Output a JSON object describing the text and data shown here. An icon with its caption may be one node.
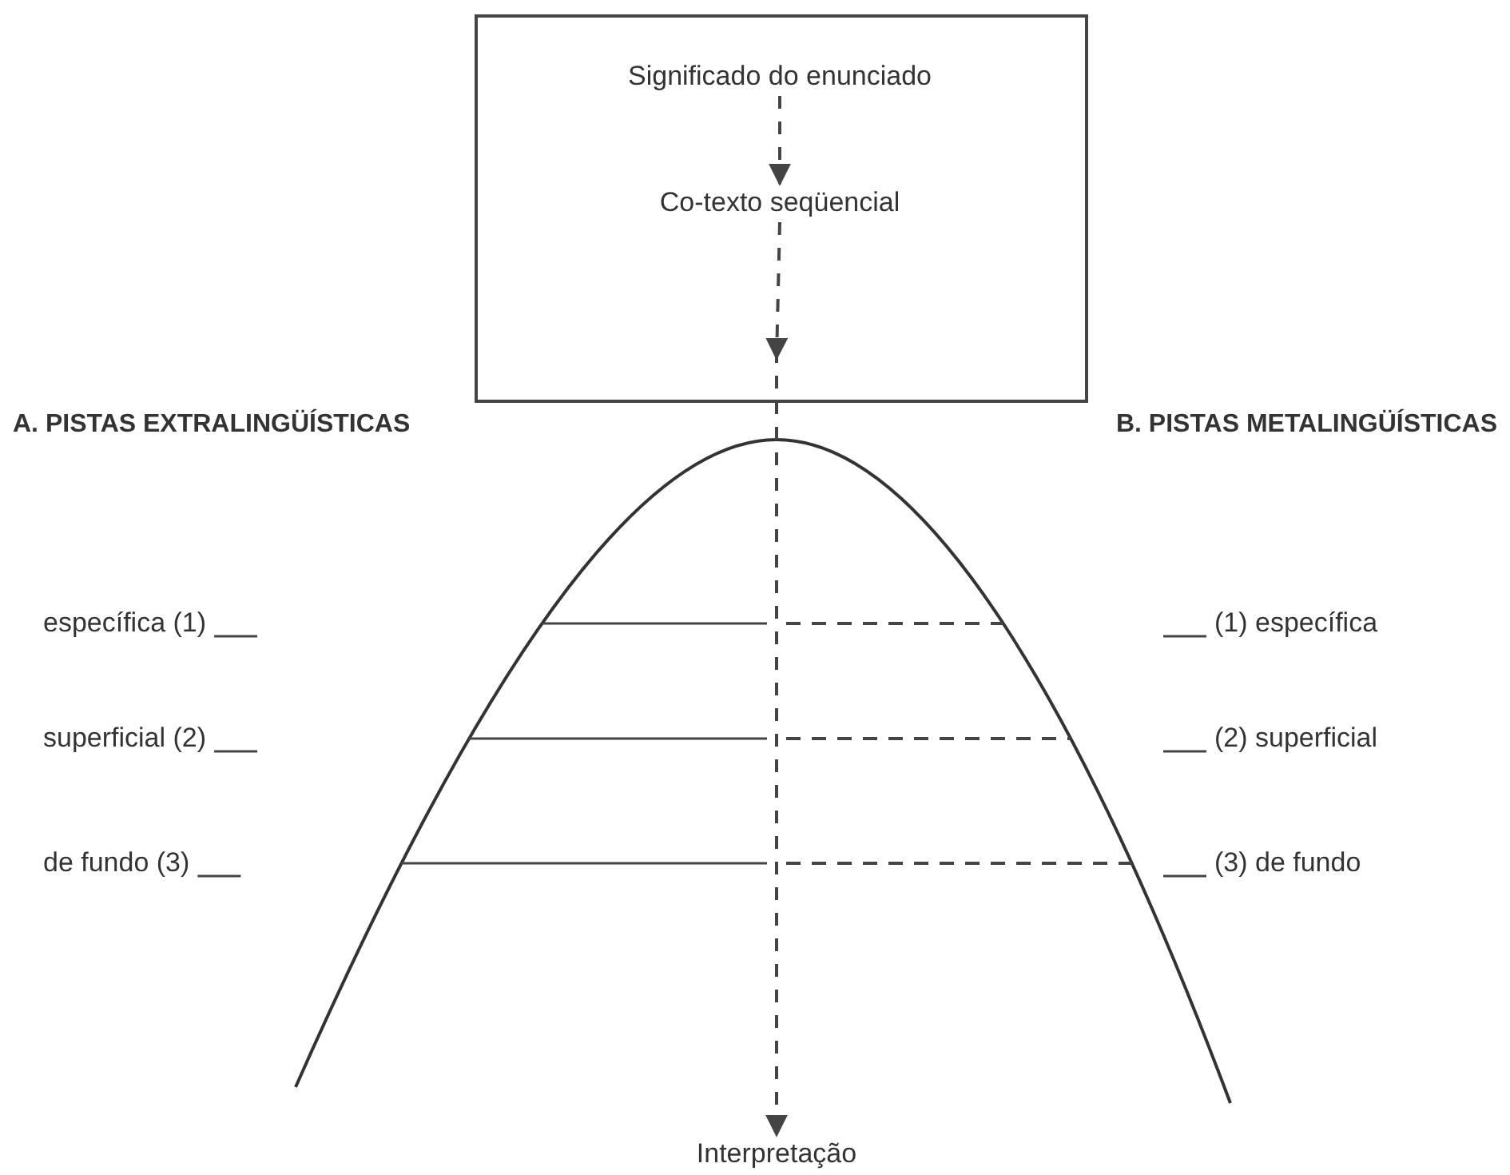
{
  "diagram": {
    "nodes": [
      {
        "text": [],
        "shape": "box"
      },
      {
        "text": [
          "Significado do enunciado"
        ],
        "in": 0
      },
      {
        "text": [
          "Co-texto seqüencial"
        ],
        "in": 0
      },
      {
        "text": [
          "Interpretação"
        ]
      }
    ],
    "edges": [
      {
        "from": 1,
        "to": 2,
        "arrow": "to",
        "style": "dashed"
      },
      {
        "from": 2,
        "to": 3,
        "arrow": "to",
        "style": "dashed"
      }
    ],
    "labels": [
      "A. PISTAS EXTRALINGÜÍSTICAS",
      "B. PISTAS METALINGÜÍSTICAS",
      "específica (1)",
      "(1) específica",
      "superficial (2)",
      "(2) superficial",
      "de fundo (3)",
      "(3) de fundo"
    ]
  }
}
